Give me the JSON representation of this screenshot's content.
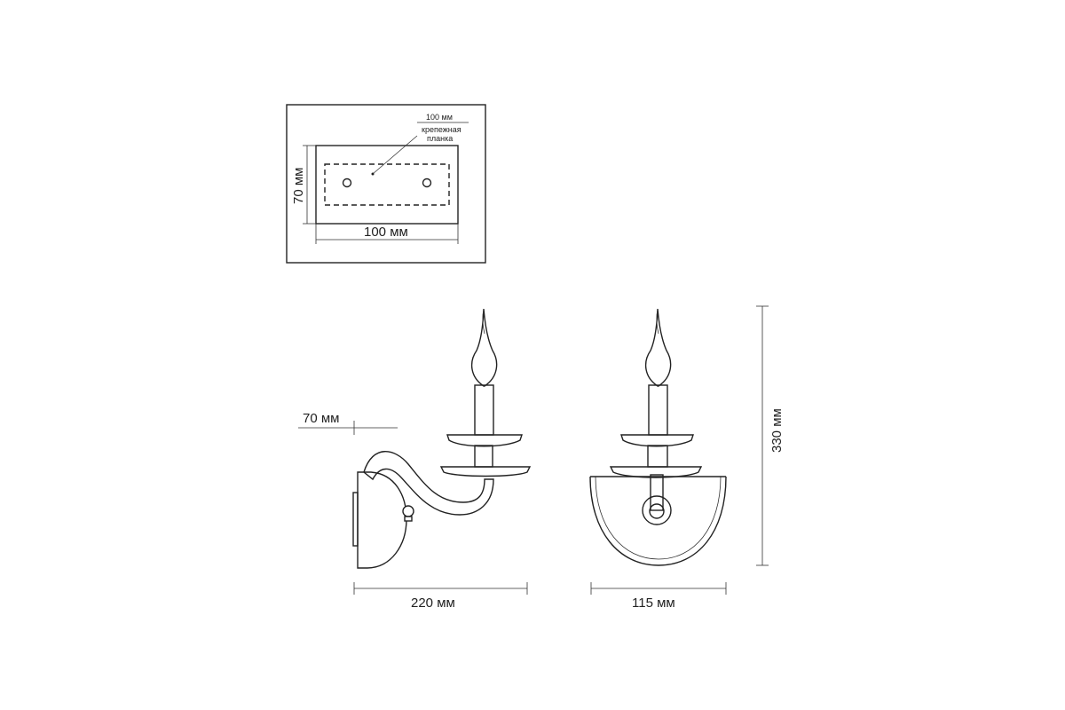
{
  "mount_plate": {
    "width_label": "100 мм",
    "height_label": "70 мм",
    "hole_spacing_label": "100 мм",
    "callout_line1": "крепежная",
    "callout_line2": "планка"
  },
  "side_view": {
    "projection_label": "70 мм",
    "width_label": "220 мм"
  },
  "front_view": {
    "width_label": "115 мм",
    "height_label": "330 мм"
  },
  "colors": {
    "line": "#222222",
    "background": "#ffffff"
  }
}
